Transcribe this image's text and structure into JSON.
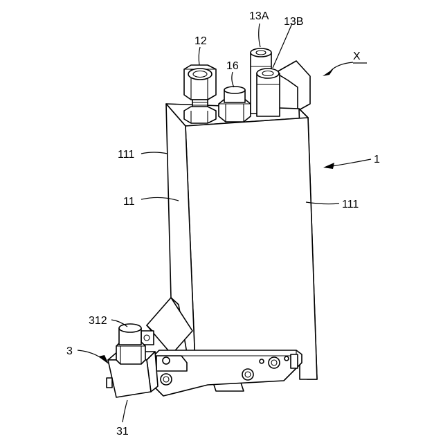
{
  "labels": {
    "l13A": "13A",
    "l13B": "13B",
    "l12": "12",
    "l16": "16",
    "lX": "X",
    "l111_top": "111",
    "l1": "1",
    "l11": "11",
    "l111_right": "111",
    "l312": "312",
    "l3": "3",
    "l31": "31"
  }
}
